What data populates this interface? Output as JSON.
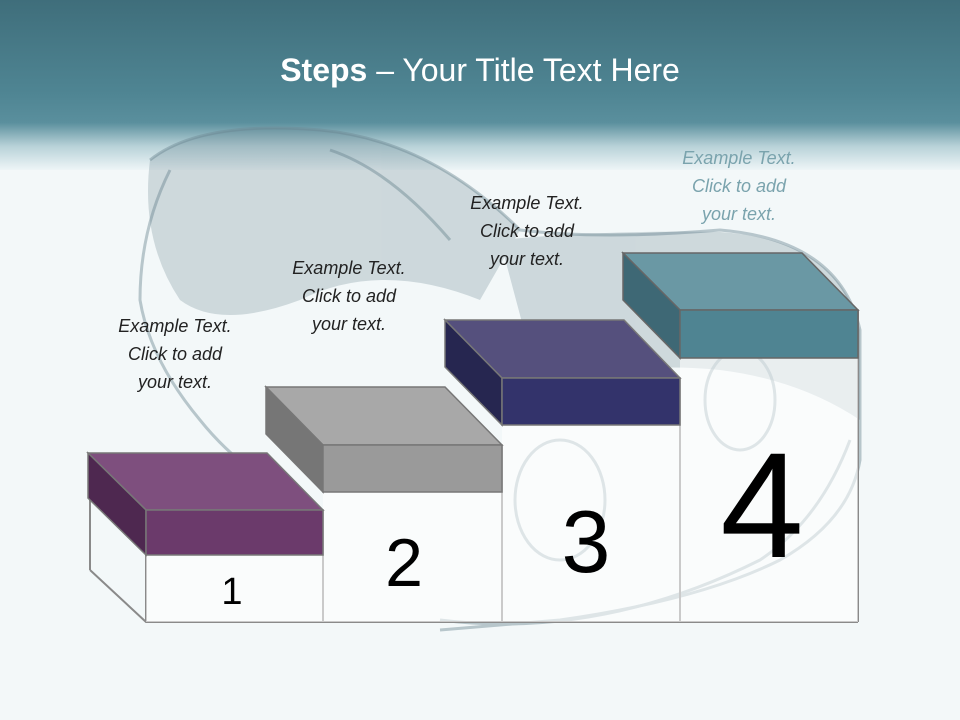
{
  "slide": {
    "title_bold": "Steps",
    "title_rest": " – Your Title Text Here"
  },
  "steps": [
    {
      "number": "1",
      "text": "Example Text.\nClick  to add\nyour text.",
      "color": "#6b3a6b"
    },
    {
      "number": "2",
      "text": "Example Text.\nClick  to add\nyour text.",
      "color": "#9a9a9a"
    },
    {
      "number": "3",
      "text": "Example Text.\nClick  to add\nyour text.",
      "color": "#3a3a6e"
    },
    {
      "number": "4",
      "text": "Example Text.\nClick  to add\nyour text.",
      "color": "#4f8492"
    }
  ],
  "colors": {
    "header": "#4f8593",
    "step1": "#6b3a6b",
    "step2": "#9a9a9a",
    "step3": "#3a3a6e",
    "step4": "#4f8492"
  },
  "background_image": "vintage-car"
}
